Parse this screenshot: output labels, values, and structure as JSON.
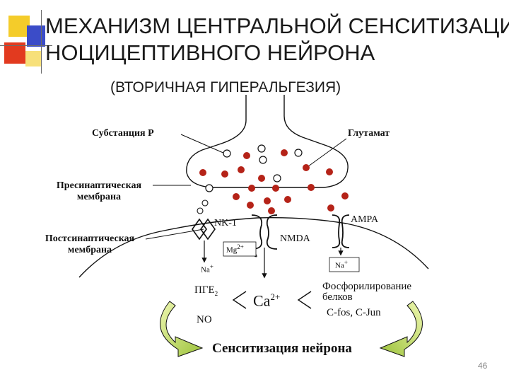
{
  "slide": {
    "title_line1": "МЕХАНИЗМ ЦЕНТРАЛЬНОЙ СЕНСИТИЗАЦИИ",
    "title_line2": "НОЦИЦЕПТИВНОГО НЕЙРОНА",
    "subtitle": "(ВТОРИЧНАЯ ГИПЕРАЛЬГЕЗИЯ)",
    "page_number": "46"
  },
  "labels": {
    "substance_p": "Субстанция Р",
    "glutamate": "Глутамат",
    "presynaptic_1": "Пресинаптическая",
    "presynaptic_2": "мембрана",
    "postsynaptic_1": "Постсинаптическая",
    "postsynaptic_2": "мембрана",
    "nk1": "NK-1",
    "ampa": "AMPA",
    "nmda": "NMDA",
    "mg": "Mg",
    "mg_charge": "2+",
    "na_left": "Na",
    "na_right": "Na",
    "na_charge": "+",
    "pge": "ПГЕ",
    "pge_sub": "2",
    "no": "NO",
    "ca": "Ca",
    "ca_charge": "2+",
    "phospho_1": "Фосфорилирование",
    "phospho_2": "белков",
    "cfos": "C-fos, C-Jun",
    "sensitization": "Сенситизация нейрона"
  },
  "colors": {
    "vesicle_filled": "#b52318",
    "arrow_green_light": "#eef7b0",
    "arrow_green_dark": "#8cb32a",
    "logo_yellow": "#f4cc2a",
    "logo_blue": "#3b4cc8",
    "logo_red": "#e23a1f",
    "line": "#111111"
  }
}
